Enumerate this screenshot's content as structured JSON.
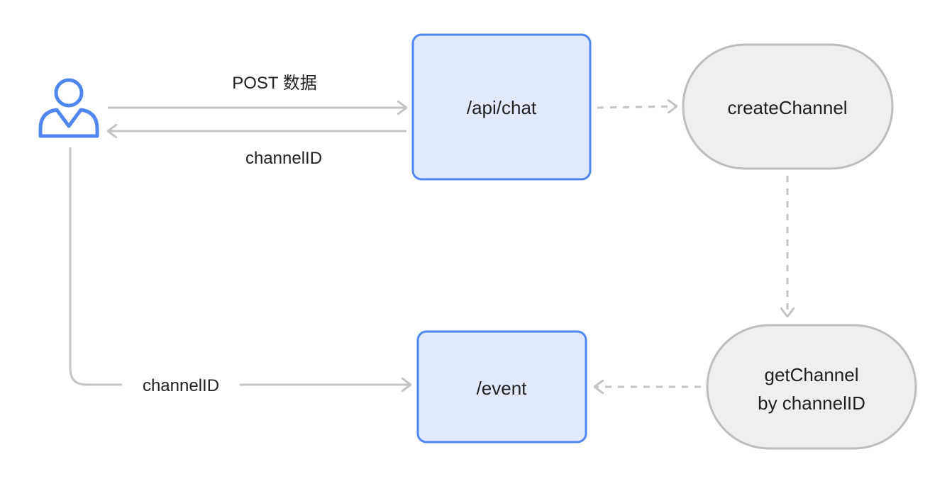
{
  "nodes": {
    "api_chat": {
      "label": "/api/chat"
    },
    "create_channel": {
      "label": "createChannel"
    },
    "event": {
      "label": "/event"
    },
    "get_channel": {
      "line1": "getChannel",
      "line2": "by channelID"
    }
  },
  "edges": {
    "post_data": {
      "label": "POST 数据"
    },
    "channel_id_return": {
      "label": "channelID"
    },
    "channel_id_event": {
      "label": "channelID"
    }
  },
  "colors": {
    "accent": "#4f86f0",
    "box_fill": "#e1eafd",
    "pill_fill": "#efeff0",
    "pill_stroke": "#bdbdbd",
    "line": "#c4c4c4",
    "text": "#1f1f1f"
  },
  "icons": {
    "user": "user-icon"
  }
}
